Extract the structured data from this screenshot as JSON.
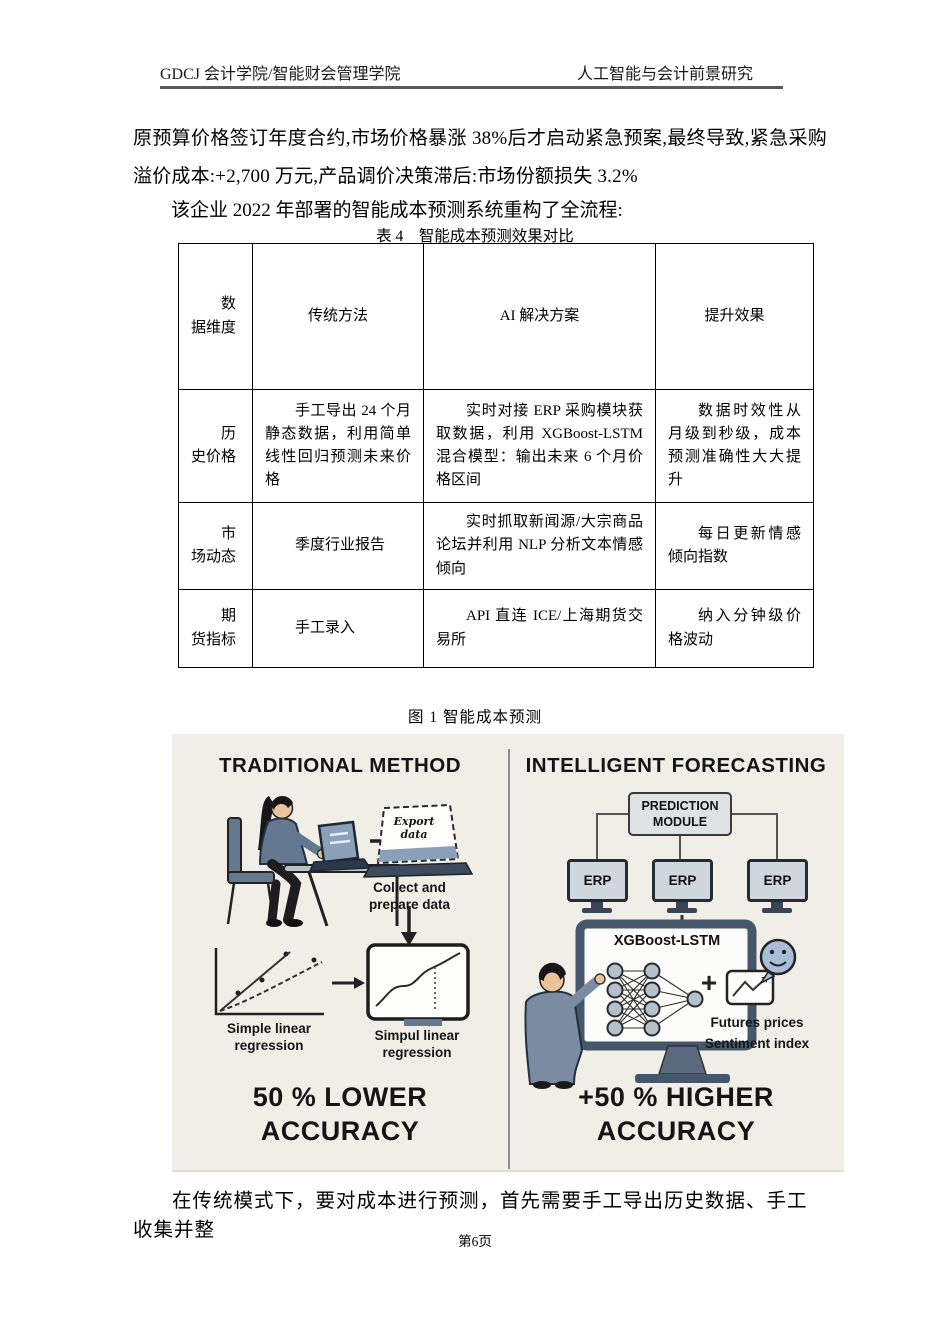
{
  "header": {
    "left": "GDCJ 会计学院/智能财会管理学院",
    "right": "人工智能与会计前景研究"
  },
  "paragraphs": {
    "p1": "原预算价格签订年度合约,市场价格暴涨 38%后才启动紧急预案,最终导致,紧急采购溢价成本:+2,700 万元,产品调价决策滞后:市场份额损失 3.2%",
    "p2": "该企业 2022 年部署的智能成本预测系统重构了全流程:",
    "bottom": "在传统模式下，要对成本进行预测，首先需要手工导出历史数据、手工收集并整"
  },
  "table": {
    "caption": "表 4　智能成本预测效果对比",
    "headers": [
      "数据维度",
      "传统方法",
      "AI 解决方案",
      "提升效果"
    ],
    "rows": [
      [
        "历史价格",
        "手工导出 24 个月静态数据，利用简单线性回归预测未来价格",
        "实时对接 ERP 采购模块获取数据，利用 XGBoost-LSTM 混合模型：输出未来 6 个月价格区间",
        "数据时效性从月级到秒级，成本预测准确性大大提升"
      ],
      [
        "市场动态",
        "季度行业报告",
        "实时抓取新闻源/大宗商品论坛并利用 NLP 分析文本情感倾向",
        "每日更新情感倾向指数"
      ],
      [
        "期货指标",
        "手工录入",
        "API 直连 ICE/上海期货交易所",
        "纳入分钟级价格波动"
      ]
    ]
  },
  "figure": {
    "caption": "图 1  智能成本预测",
    "left": {
      "title": "TRADITIONAL METHOD",
      "export_screen": "Export data",
      "step1_label": "Collect and prepare data",
      "chart_left_label": "Simple linear regression",
      "chart_right_label": "Simpul linear regression",
      "result_line1": "50 % LOWER",
      "result_line2": "ACCURACY"
    },
    "right": {
      "title": "INTELLIGENT FORECASTING",
      "module_label": "PREDICTION MODULE",
      "erp_label": "ERP",
      "model_label": "XGBoost-LSTM",
      "plus_sign": "+",
      "input_label1": "Futures prices",
      "input_label2": "Sentiment index",
      "result_line1": "+50 % HIGHER",
      "result_line2": "ACCURACY"
    }
  },
  "footer": {
    "page_number": "第6页"
  }
}
